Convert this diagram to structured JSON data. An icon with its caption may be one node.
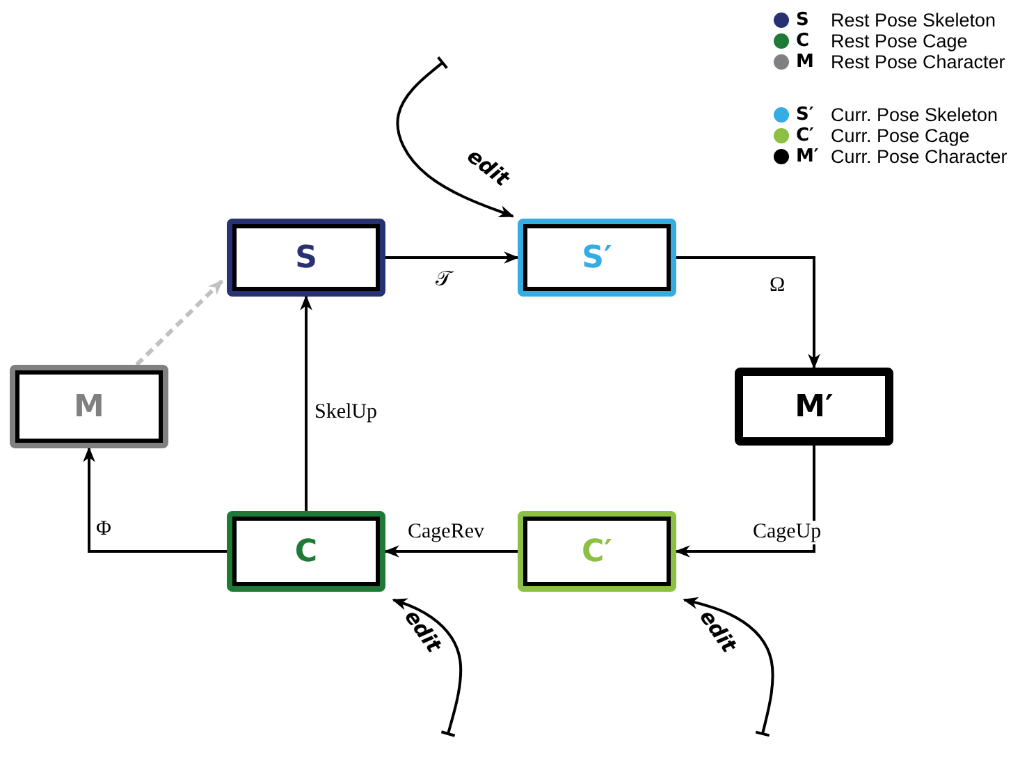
{
  "diagram": {
    "nodes": [
      {
        "text": [
          "S"
        ]
      },
      {
        "text": [
          "S′"
        ]
      },
      {
        "text": [
          "M′"
        ]
      },
      {
        "text": [
          "C′"
        ]
      },
      {
        "text": [
          "C"
        ]
      },
      {
        "text": [
          "M"
        ]
      }
    ],
    "edges": [
      {
        "from": null,
        "to": 1,
        "arrow": "to",
        "label": "edit"
      },
      {
        "from": 0,
        "to": 1,
        "arrow": "to",
        "label": "𝒯"
      },
      {
        "from": 1,
        "to": 2,
        "arrow": "to",
        "label": "Ω"
      },
      {
        "from": 2,
        "to": 3,
        "arrow": "to",
        "label": "CageUp"
      },
      {
        "from": 3,
        "to": 4,
        "arrow": "to",
        "label": "CageRev"
      },
      {
        "from": 4,
        "to": 0,
        "arrow": "to",
        "label": "SkelUp"
      },
      {
        "from": 4,
        "to": 5,
        "arrow": "to",
        "label": "Φ"
      },
      {
        "from": 5,
        "to": 0,
        "arrow": "to",
        "style": "dashed",
        "color": "#c0c0c0"
      },
      {
        "from": null,
        "to": 4,
        "arrow": "to",
        "label": "edit"
      },
      {
        "from": null,
        "to": 3,
        "arrow": "to",
        "label": "edit"
      }
    ],
    "legend": [
      {
        "text": "S Rest Pose Skeleton",
        "color": "#283172"
      },
      {
        "text": "C Rest Pose Cage",
        "color": "#1f7a36"
      },
      {
        "text": "M Rest Pose Character",
        "color": "#808080"
      },
      {
        "text": "S′ Curr. Pose Skeleton",
        "color": "#35ace4"
      },
      {
        "text": "C′ Curr. Pose Cage",
        "color": "#8cc043"
      },
      {
        "text": "M′ Curr. Pose Character",
        "color": "#000000"
      }
    ]
  }
}
